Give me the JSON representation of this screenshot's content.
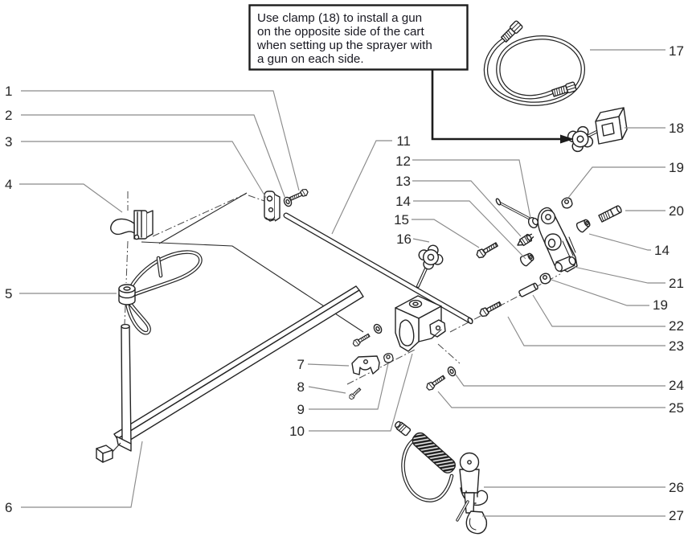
{
  "note": {
    "line1": "Use clamp (18) to install a gun",
    "line2": "on the opposite side of the cart",
    "line3": "when setting up the sprayer with",
    "line4": "a gun on each side."
  },
  "labels": {
    "n1": "1",
    "n2": "2",
    "n3": "3",
    "n4": "4",
    "n5": "5",
    "n6": "6",
    "n7": "7",
    "n8": "8",
    "n9": "9",
    "n10": "10",
    "n11": "11",
    "n12": "12",
    "n13": "13",
    "n14_left": "14",
    "n15": "15",
    "n16": "16",
    "n17": "17",
    "n18": "18",
    "n19_top": "19",
    "n20": "20",
    "n14_right": "14",
    "n21": "21",
    "n19_bottom": "19",
    "n22": "22",
    "n23": "23",
    "n24": "24",
    "n25": "25",
    "n26": "26",
    "n27": "27"
  },
  "colors": {
    "ink": "#232323",
    "leader": "#8b8b8b",
    "text": "#191922",
    "background": "#ffffff"
  }
}
